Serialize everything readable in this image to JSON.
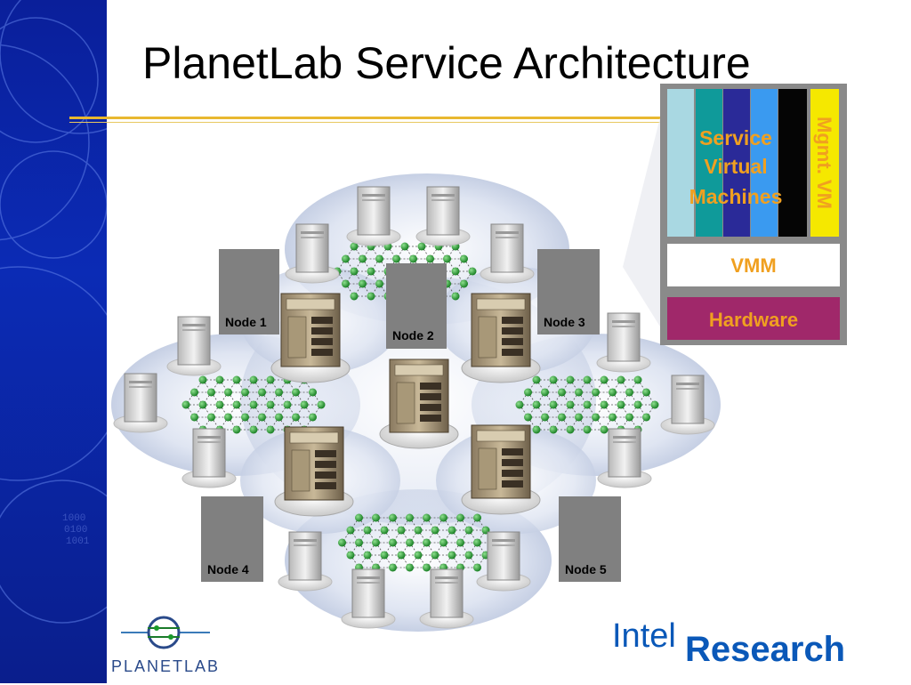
{
  "slide": {
    "title": "PlanetLab Service Architecture"
  },
  "nodes": [
    {
      "id": "node-1",
      "label": "Node 1"
    },
    {
      "id": "node-2",
      "label": "Node 2"
    },
    {
      "id": "node-3",
      "label": "Node 3"
    },
    {
      "id": "node-4",
      "label": "Node 4"
    },
    {
      "id": "node-5",
      "label": "Node 5"
    }
  ],
  "architecture": {
    "service_vms_line1": "Service",
    "service_vms_line2": "Virtual",
    "service_vms_line3": "Machines",
    "mgmt_vm": "Mgmt. VM",
    "vmm": "VMM",
    "hardware": "Hardware"
  },
  "footer": {
    "planetlab_logo": "PLANETLAB",
    "intel": "Intel",
    "research": "Research"
  },
  "colors": {
    "sidebar": "#0b2bb5",
    "rule": "#e8b830",
    "cloud": "#c9d3e8",
    "mesh_node": "#1e9a2a",
    "vm_label": "#f0a020",
    "hardware": "#a0286a",
    "intel_blue": "#0a58b8"
  }
}
